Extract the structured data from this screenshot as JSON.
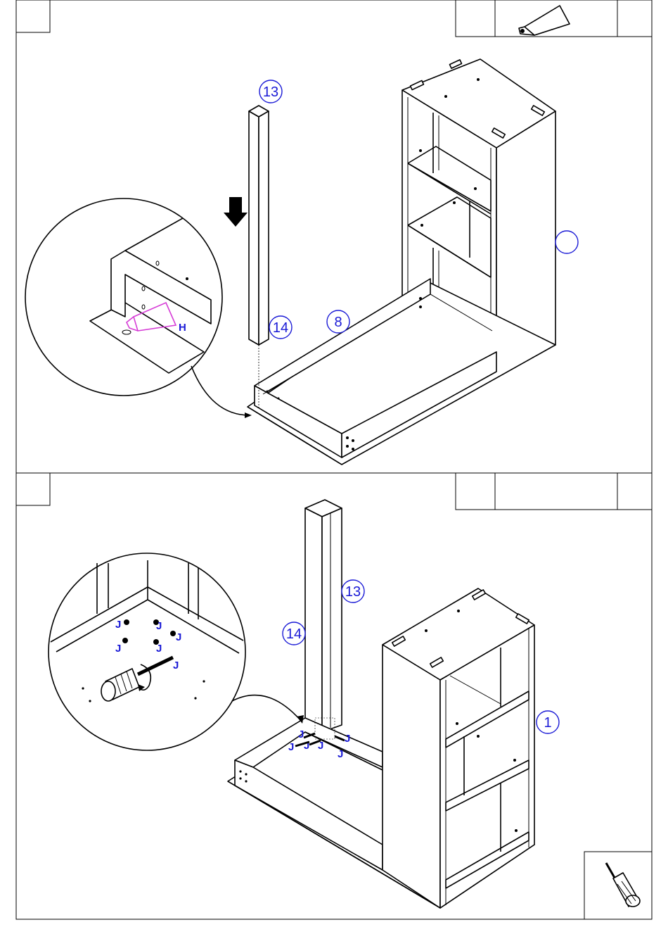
{
  "colors": {
    "callout": "#1a1ad6",
    "glue": "#d63cd6",
    "line": "#000000"
  },
  "step1": {
    "parts": {
      "a": "13",
      "b": "14",
      "c": "8"
    },
    "glue_label": "H",
    "icons": [
      "glue-tube-icon",
      "down-arrow-icon"
    ]
  },
  "step2": {
    "parts": {
      "a": "13",
      "b": "14",
      "c": "1"
    },
    "screw_label": "J",
    "icons": [
      "screwdriver-icon",
      "rotate-arrow-icon"
    ]
  }
}
